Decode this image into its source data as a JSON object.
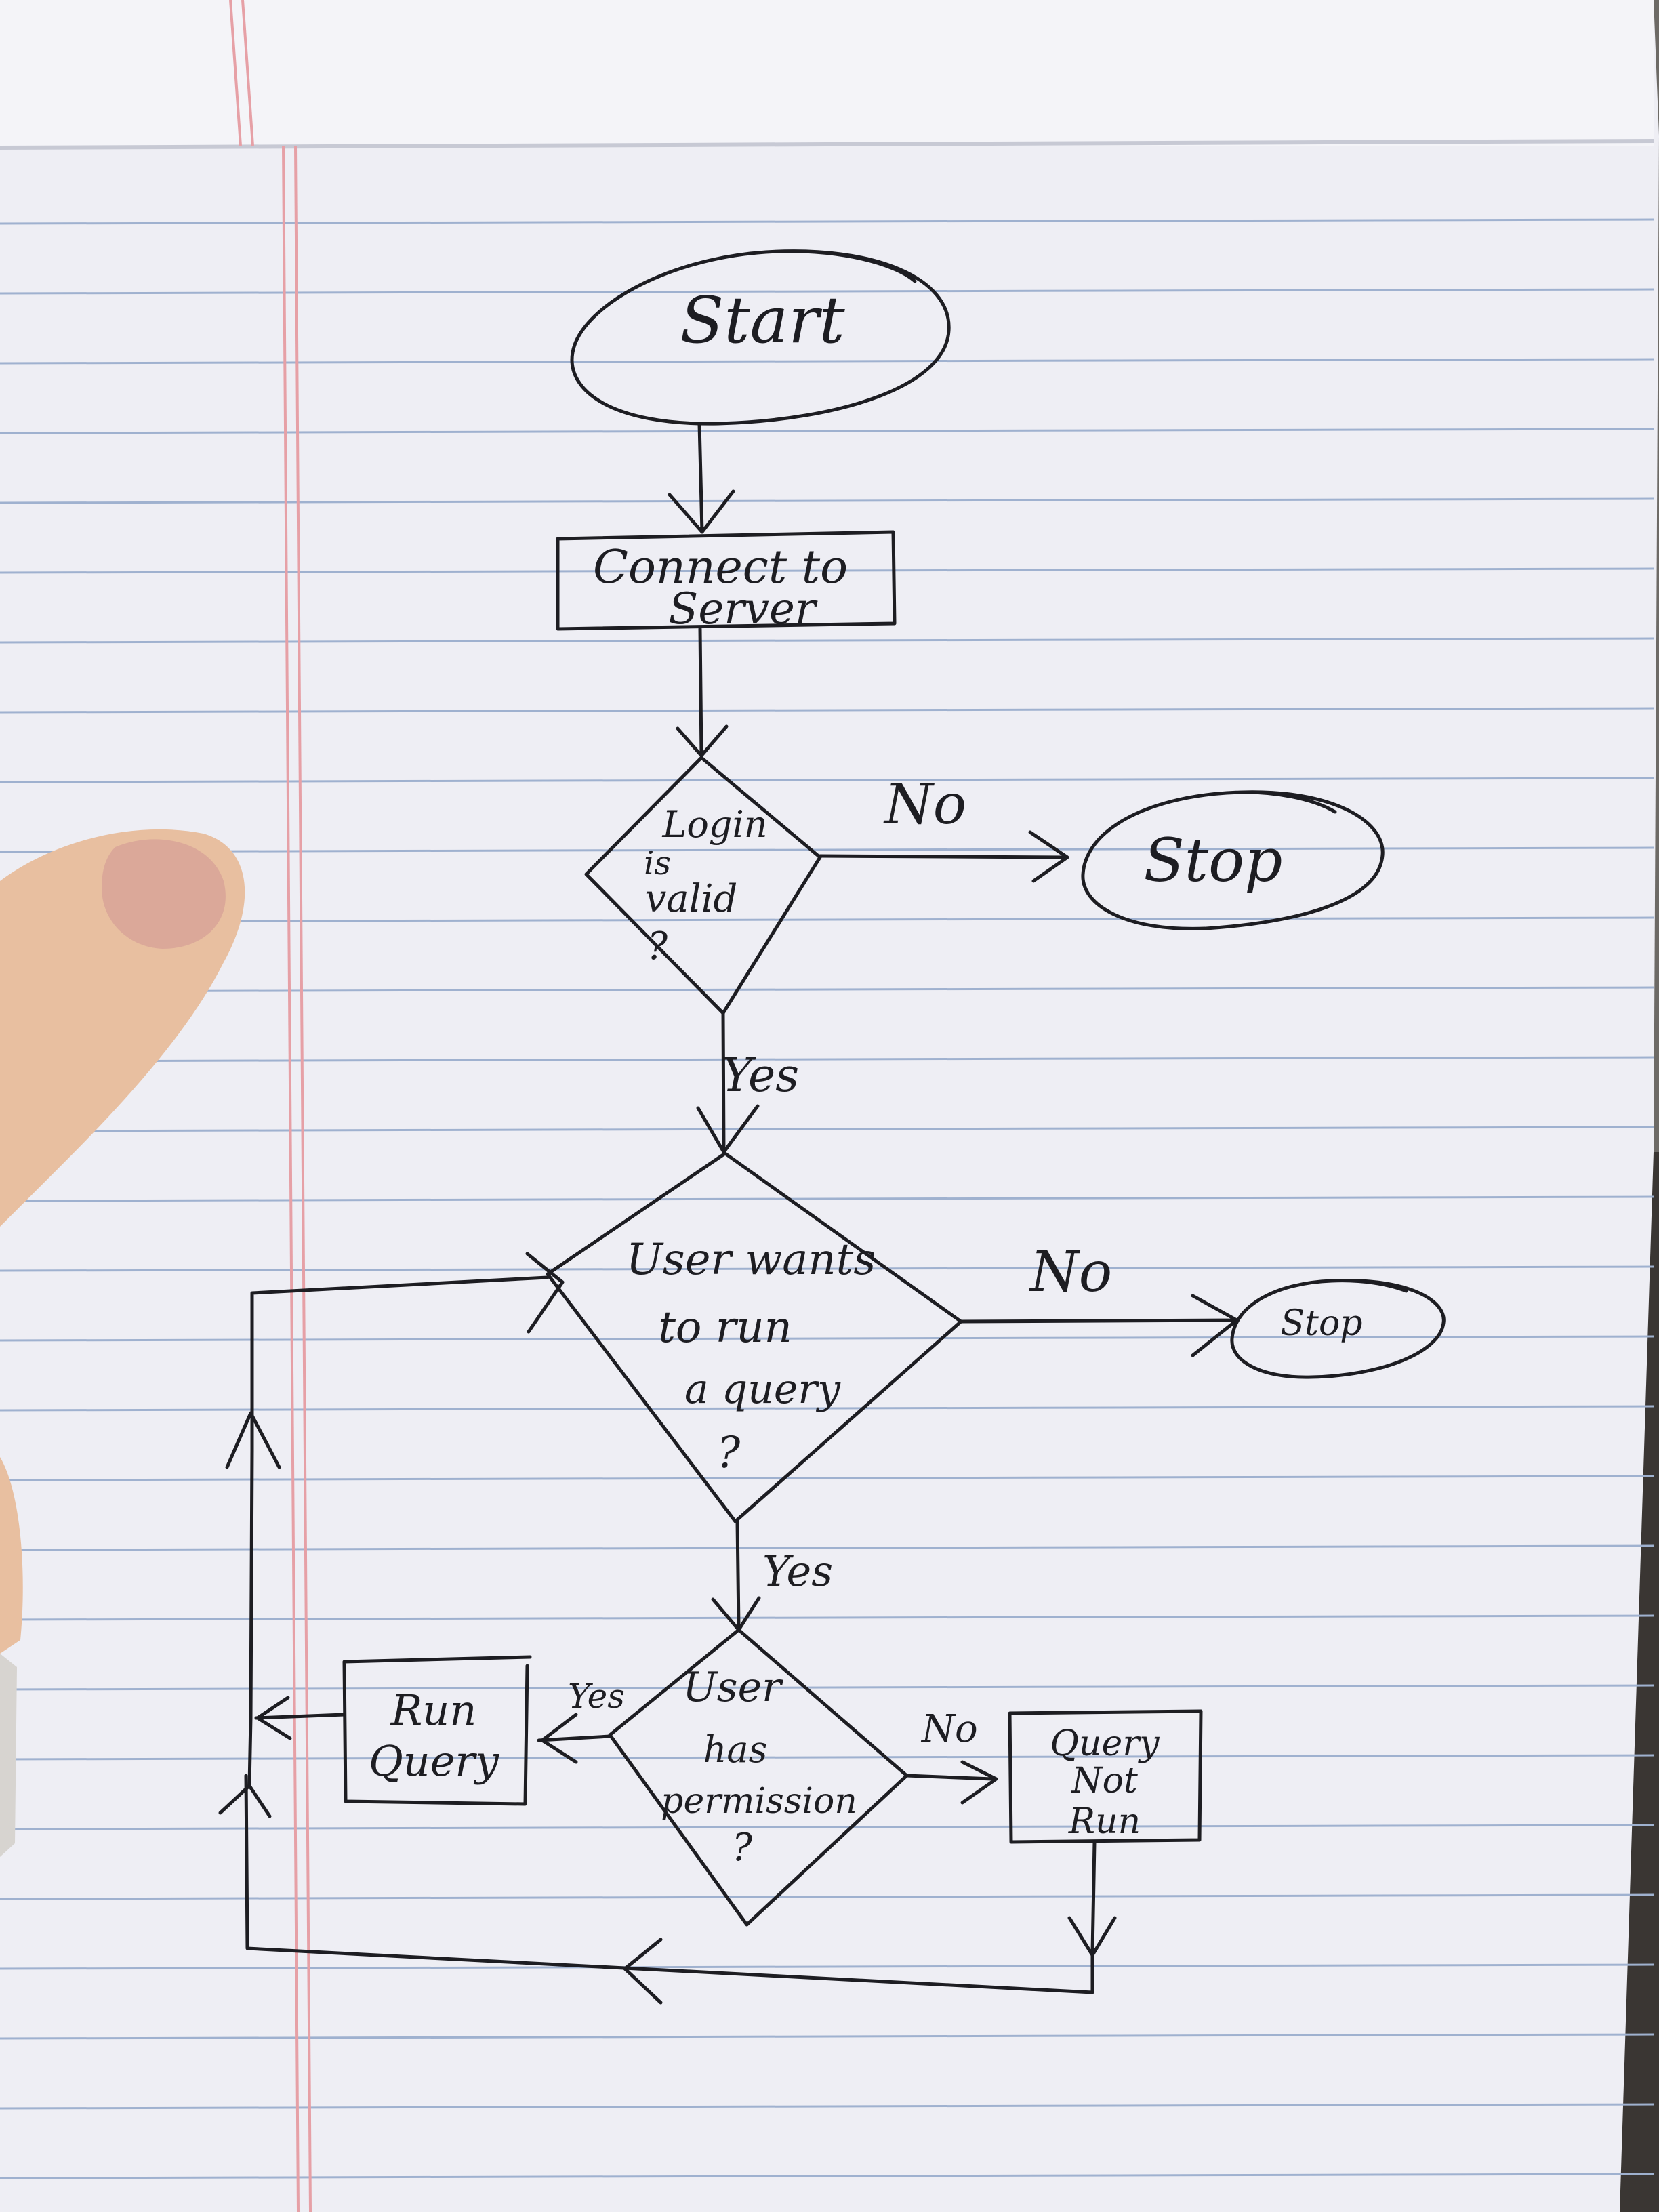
{
  "nodes": {
    "start": "Start",
    "connect_line1": "Connect to",
    "connect_line2": "Server",
    "login_line1": "Login",
    "login_line2": "is",
    "login_line3": "valid",
    "login_line4": "?",
    "stop1": "Stop",
    "query_line1": "User wants",
    "query_line2": "to run",
    "query_line3": "a query",
    "query_line4": "?",
    "stop2": "Stop",
    "perm_line1": "User",
    "perm_line2": "has",
    "perm_line3": "permission",
    "perm_line4": "?",
    "run_line1": "Run",
    "run_line2": "Query",
    "notrun_line1": "Query",
    "notrun_line2": "Not",
    "notrun_line3": "Run"
  },
  "edge_labels": {
    "login_no": "No",
    "login_yes": "Yes",
    "query_no": "No",
    "query_yes": "Yes",
    "perm_yes": "Yes",
    "perm_no": "No"
  },
  "colors": {
    "paper": "#eeeef4",
    "rule_line": "#9fb1cf",
    "margin_line": "#e6a0a6",
    "ink": "#1d1d22",
    "background": "#3a3633",
    "skin": "#e8bfa0"
  }
}
